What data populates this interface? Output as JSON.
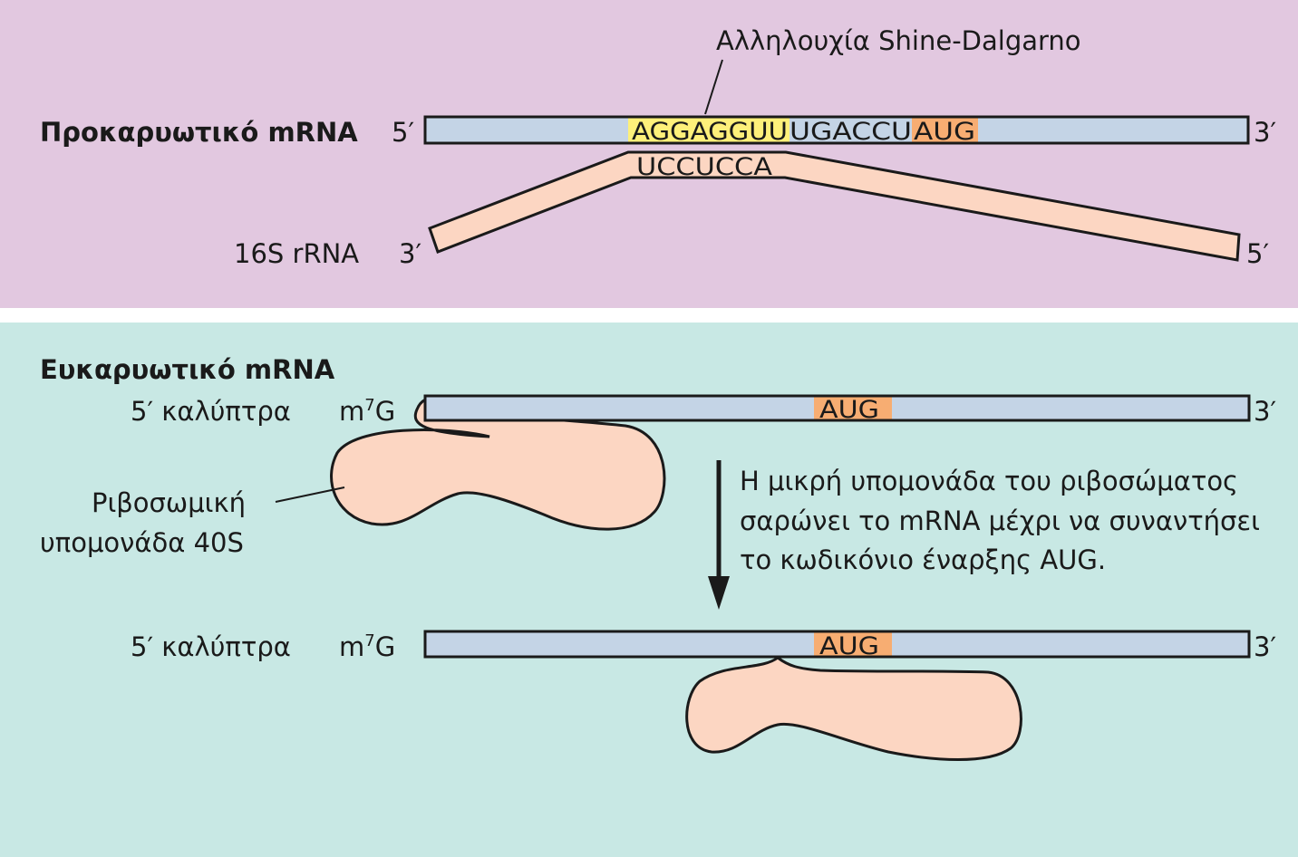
{
  "colors": {
    "prokaryote_panel": "#e2c8e0",
    "eukaryote_panel": "#c8e8e4",
    "mrna_fill": "#c4d4e6",
    "rrna_fill": "#fcd6c2",
    "shine_dalgarno_highlight": "#fef07a",
    "aug_highlight": "#f7ad72",
    "ribosome_fill": "#fcd6c2"
  },
  "prokaryote": {
    "title": "Προκαρυωτικό mRNA",
    "mrna_5prime": "5′",
    "mrna_3prime": "3′",
    "shine_dalgarno_label": "Αλληλουχία Shine-Dalgarno",
    "sd_sequence": "AGGAGGUU",
    "spacer_sequence": "UGACCU",
    "start_codon": "AUG",
    "rrna_sequence": "UCCUCCA",
    "rrna_label": "16S rRNA",
    "rrna_3prime": "3′",
    "rrna_5prime": "5′"
  },
  "eukaryote": {
    "title": "Ευκαρυωτικό mRNA",
    "cap_label": "5′ καλύπτρα",
    "cap_m": "m",
    "cap_sup": "7",
    "cap_g": "G",
    "mrna_3prime": "3′",
    "start_codon": "AUG",
    "ribosome_label_line1": "Ριβοσωμική",
    "ribosome_label_line2": "υπομονάδα 40S",
    "scan_text_line1": "Η μικρή υπομονάδα του ριβοσώματος",
    "scan_text_line2": "σαρώνει το mRNA μέχρι να συναντήσει",
    "scan_text_line3": "το κωδικόνιο έναρξης AUG."
  }
}
